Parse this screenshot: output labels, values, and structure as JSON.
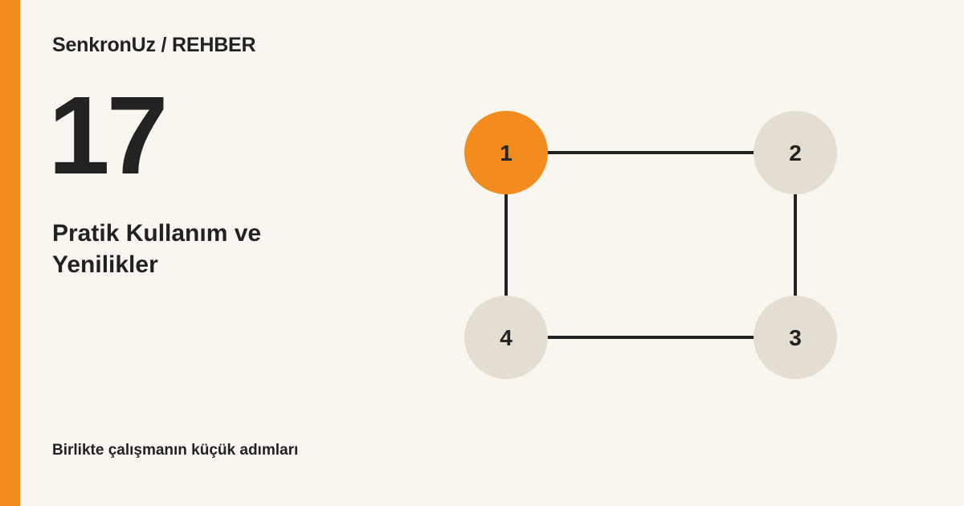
{
  "brand": "SenkronUz / REHBER",
  "number": "17",
  "title": "Pratik Kullanım ve Yenilikler",
  "tagline": "Birlikte çalışmanın küçük adımları",
  "colors": {
    "accent": "#f28c1e",
    "background": "#f9f6f0",
    "node_inactive": "#e4ddd1",
    "text": "#222222",
    "edge": "#222222"
  },
  "diagram": {
    "nodes": [
      {
        "id": "1",
        "label": "1",
        "active": true
      },
      {
        "id": "2",
        "label": "2",
        "active": false
      },
      {
        "id": "3",
        "label": "3",
        "active": false
      },
      {
        "id": "4",
        "label": "4",
        "active": false
      }
    ],
    "edges": [
      {
        "from": "1",
        "to": "2"
      },
      {
        "from": "2",
        "to": "3"
      },
      {
        "from": "3",
        "to": "4"
      },
      {
        "from": "4",
        "to": "1"
      }
    ]
  }
}
